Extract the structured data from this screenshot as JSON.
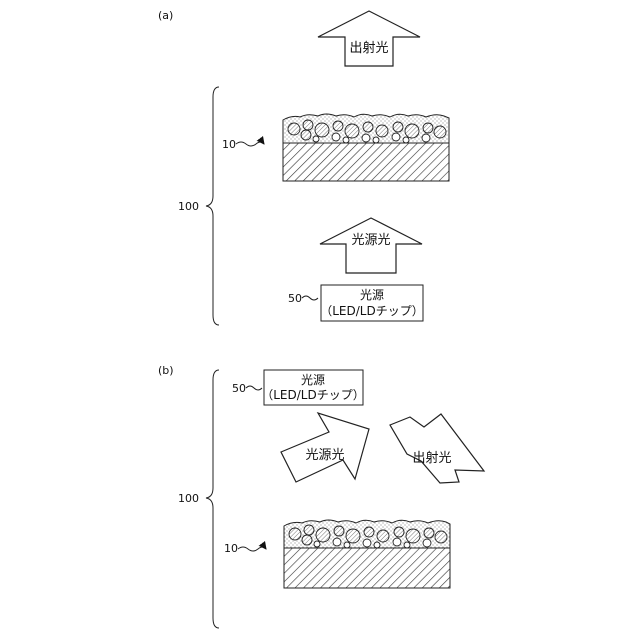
{
  "panels": {
    "a": {
      "label": "(a)",
      "emitted_arrow_label": "出射光",
      "layer_ref": "10",
      "device_ref": "100",
      "source_ref": "50",
      "source_arrow_label": "光源光",
      "source_box_line1": "光源",
      "source_box_line2": "（LED/LDチップ）"
    },
    "b": {
      "label": "(b)",
      "source_ref": "50",
      "source_box_line1": "光源",
      "source_box_line2": "（LED/LDチップ）",
      "source_arrow_label": "光源光",
      "emitted_arrow_label": "出射光",
      "device_ref": "100",
      "layer_ref": "10"
    }
  }
}
